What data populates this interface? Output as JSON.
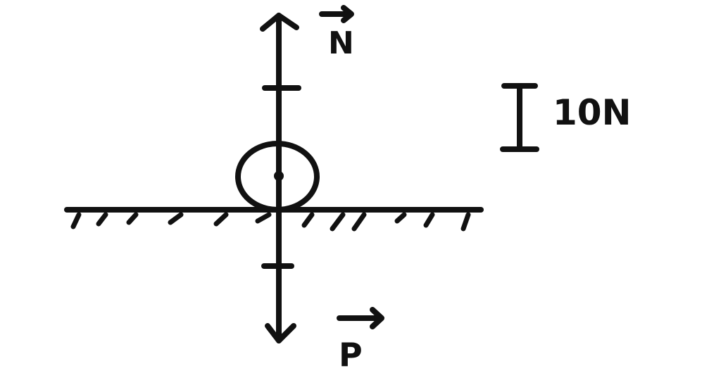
{
  "labels": {
    "normal_force": "N",
    "weight": "P",
    "scale_value": "10N"
  },
  "colors": {
    "ink": "#111111",
    "background": "#ffffff"
  }
}
